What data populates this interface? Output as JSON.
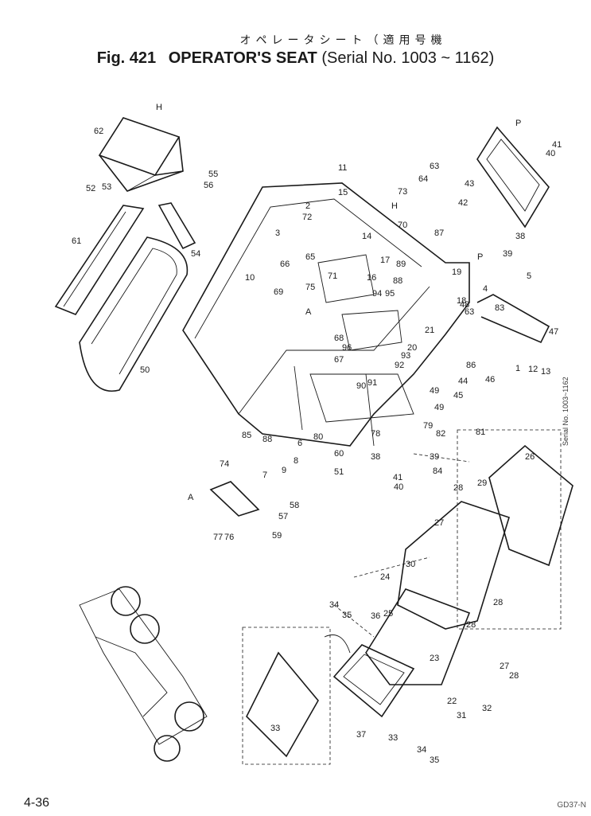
{
  "header": {
    "jp_title": "オペレータシート（適用号機",
    "fig_label": "Fig. 421",
    "title": "OPERATOR'S SEAT",
    "serial": "(Serial No. 1003 ~ 1162)"
  },
  "page": {
    "number": "4-36",
    "code": "GD37-N",
    "inset_note": "Serial No. 1003~1162"
  },
  "parts": [
    {
      "id": "p1",
      "label": "1"
    },
    {
      "id": "p2",
      "label": "2"
    },
    {
      "id": "p3",
      "label": "3"
    },
    {
      "id": "p4",
      "label": "4"
    },
    {
      "id": "p5",
      "label": "5"
    },
    {
      "id": "p6",
      "label": "6"
    },
    {
      "id": "p7",
      "label": "7"
    },
    {
      "id": "p8",
      "label": "8"
    },
    {
      "id": "p9",
      "label": "9"
    },
    {
      "id": "p10",
      "label": "10"
    },
    {
      "id": "p11",
      "label": "11"
    },
    {
      "id": "p12",
      "label": "12"
    },
    {
      "id": "p13",
      "label": "13"
    },
    {
      "id": "p14",
      "label": "14"
    },
    {
      "id": "p15",
      "label": "15"
    },
    {
      "id": "p16",
      "label": "16"
    },
    {
      "id": "p17",
      "label": "17"
    },
    {
      "id": "p18",
      "label": "18"
    },
    {
      "id": "p19",
      "label": "19"
    },
    {
      "id": "p20",
      "label": "20"
    },
    {
      "id": "p21",
      "label": "21"
    },
    {
      "id": "p22",
      "label": "22"
    },
    {
      "id": "p23",
      "label": "23"
    },
    {
      "id": "p24",
      "label": "24"
    },
    {
      "id": "p25",
      "label": "25"
    },
    {
      "id": "p26",
      "label": "26"
    },
    {
      "id": "p27",
      "label": "27"
    },
    {
      "id": "p28",
      "label": "28"
    },
    {
      "id": "p29",
      "label": "29"
    },
    {
      "id": "p30",
      "label": "30"
    },
    {
      "id": "p31",
      "label": "31"
    },
    {
      "id": "p32",
      "label": "32"
    },
    {
      "id": "p33",
      "label": "33"
    },
    {
      "id": "p34",
      "label": "34"
    },
    {
      "id": "p35",
      "label": "35"
    },
    {
      "id": "p36",
      "label": "36"
    },
    {
      "id": "p37",
      "label": "37"
    },
    {
      "id": "p38",
      "label": "38"
    },
    {
      "id": "p39",
      "label": "39"
    },
    {
      "id": "p40",
      "label": "40"
    },
    {
      "id": "p41",
      "label": "41"
    },
    {
      "id": "p42",
      "label": "42"
    },
    {
      "id": "p43",
      "label": "43"
    },
    {
      "id": "p44",
      "label": "44"
    },
    {
      "id": "p45",
      "label": "45"
    },
    {
      "id": "p46",
      "label": "46"
    },
    {
      "id": "p47",
      "label": "47"
    },
    {
      "id": "p48",
      "label": "48"
    },
    {
      "id": "p49",
      "label": "49"
    },
    {
      "id": "p50",
      "label": "50"
    },
    {
      "id": "p51",
      "label": "51"
    },
    {
      "id": "p52",
      "label": "52"
    },
    {
      "id": "p53",
      "label": "53"
    },
    {
      "id": "p54",
      "label": "54"
    },
    {
      "id": "p55",
      "label": "55"
    },
    {
      "id": "p56",
      "label": "56"
    },
    {
      "id": "p57",
      "label": "57"
    },
    {
      "id": "p58",
      "label": "58"
    },
    {
      "id": "p59",
      "label": "59"
    },
    {
      "id": "p60",
      "label": "60"
    },
    {
      "id": "p61",
      "label": "61"
    },
    {
      "id": "p62",
      "label": "62"
    },
    {
      "id": "p63",
      "label": "63"
    },
    {
      "id": "p64",
      "label": "64"
    },
    {
      "id": "p65",
      "label": "65"
    },
    {
      "id": "p66",
      "label": "66"
    },
    {
      "id": "p67",
      "label": "67"
    },
    {
      "id": "p68",
      "label": "68"
    },
    {
      "id": "p69",
      "label": "69"
    },
    {
      "id": "p70",
      "label": "70"
    },
    {
      "id": "p71",
      "label": "71"
    },
    {
      "id": "p72",
      "label": "72"
    },
    {
      "id": "p73",
      "label": "73"
    },
    {
      "id": "p74",
      "label": "74"
    },
    {
      "id": "p75",
      "label": "75"
    },
    {
      "id": "p76",
      "label": "76"
    },
    {
      "id": "p77",
      "label": "77"
    },
    {
      "id": "p78",
      "label": "78"
    },
    {
      "id": "p79",
      "label": "79"
    },
    {
      "id": "p80",
      "label": "80"
    },
    {
      "id": "p81",
      "label": "81"
    },
    {
      "id": "p82",
      "label": "82"
    },
    {
      "id": "p83",
      "label": "83"
    },
    {
      "id": "p84",
      "label": "84"
    },
    {
      "id": "p85",
      "label": "85"
    },
    {
      "id": "p86",
      "label": "86"
    },
    {
      "id": "p87",
      "label": "87"
    },
    {
      "id": "p88",
      "label": "88"
    },
    {
      "id": "p89",
      "label": "89"
    },
    {
      "id": "p90",
      "label": "90"
    },
    {
      "id": "p91",
      "label": "91"
    },
    {
      "id": "p92",
      "label": "92"
    },
    {
      "id": "p93",
      "label": "93"
    },
    {
      "id": "p94",
      "label": "94"
    },
    {
      "id": "p95",
      "label": "95"
    },
    {
      "id": "p96",
      "label": "96"
    },
    {
      "id": "pA1",
      "label": "A"
    },
    {
      "id": "pA2",
      "label": "A"
    },
    {
      "id": "pH1",
      "label": "H"
    },
    {
      "id": "pH2",
      "label": "H"
    },
    {
      "id": "pP1",
      "label": "P"
    },
    {
      "id": "pP2",
      "label": "P"
    }
  ]
}
